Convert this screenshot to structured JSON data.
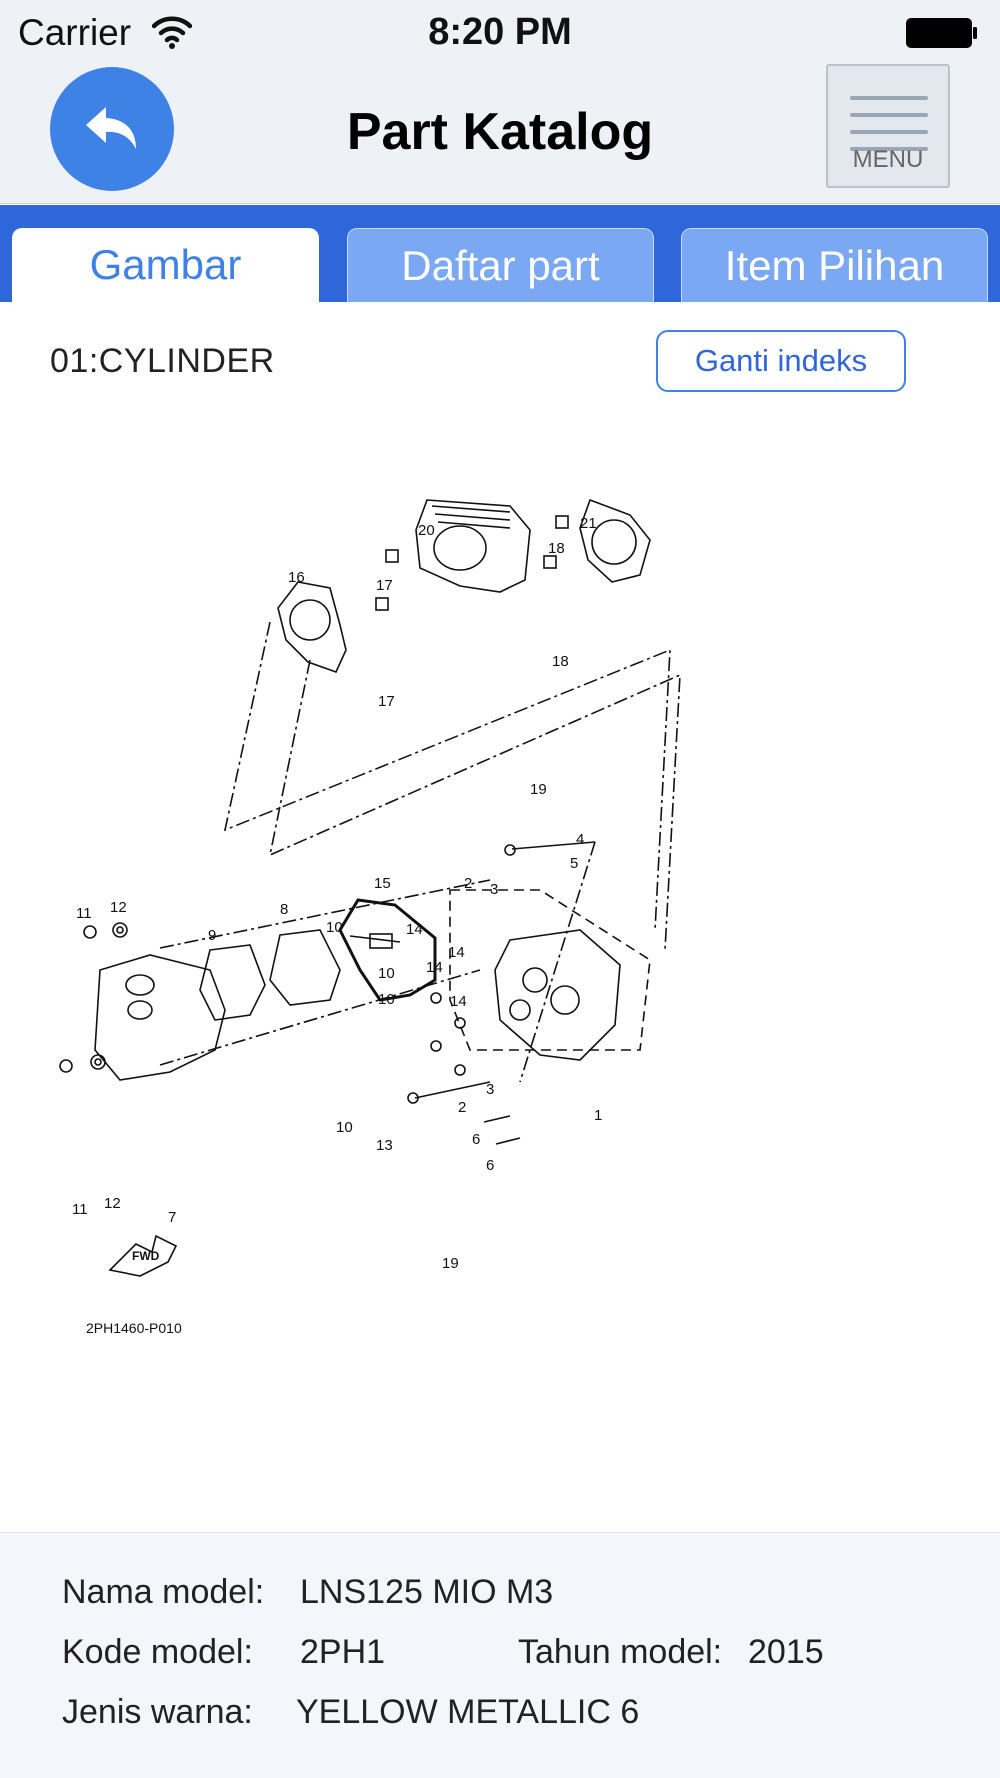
{
  "status_bar": {
    "carrier": "Carrier",
    "time": "8:20 PM",
    "icons": [
      "wifi-icon",
      "battery-icon"
    ]
  },
  "nav": {
    "title": "Part Katalog",
    "back_icon": "back-arrow-icon",
    "menu_label": "MENU",
    "menu_icon": "hamburger-icon"
  },
  "tabs": [
    {
      "label": "Gambar",
      "active": true
    },
    {
      "label": "Daftar part",
      "active": false
    },
    {
      "label": "Item Pilihan",
      "active": false
    }
  ],
  "section": {
    "title": "01:CYLINDER",
    "change_index_label": "Ganti indeks"
  },
  "diagram": {
    "part_numbers": [
      "21",
      "20",
      "18",
      "16",
      "17",
      "18",
      "17",
      "19",
      "4",
      "5",
      "15",
      "2",
      "3",
      "14",
      "14",
      "14",
      "14",
      "11",
      "12",
      "8",
      "10",
      "9",
      "10",
      "10",
      "10",
      "3",
      "2",
      "1",
      "6",
      "6",
      "13",
      "11",
      "12",
      "7",
      "19"
    ],
    "fwd_label": "FWD",
    "drawing_code": "2PH1460-P010"
  },
  "model_info": {
    "nama_model_label": "Nama model:",
    "nama_model_value": "LNS125 MIO M3",
    "kode_model_label": "Kode model:",
    "kode_model_value": "2PH1",
    "tahun_model_label": "Tahun model:",
    "tahun_model_value": "2015",
    "jenis_warna_label": "Jenis warna:",
    "jenis_warna_value": "YELLOW METALLIC 6"
  },
  "colors": {
    "accent_blue": "#3e82e6",
    "tab_bar_blue": "#2f66d9",
    "tab_inactive": "#7aa8f3",
    "nav_background": "#eef2f6"
  }
}
